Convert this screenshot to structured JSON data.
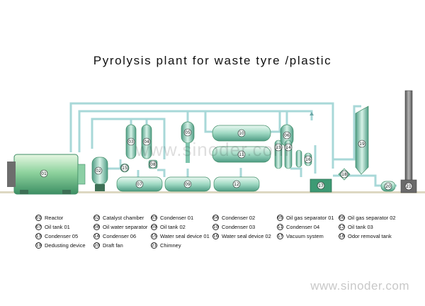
{
  "title": "Pyrolysis plant for waste tyre /plastic",
  "watermark": "www.sinoder.com",
  "footer_url": "www.sinoder.com",
  "colors": {
    "pipe": "#a8d8d8",
    "equipment_light": "#cdeee0",
    "equipment_dark": "#5fb39a",
    "reactor_light": "#d2f0d0",
    "reactor_dark": "#4fa27a",
    "chimney": "#7f7f7f",
    "ground": "#ddd8c2"
  },
  "numbers": [
    "01",
    "02",
    "03",
    "04",
    "05",
    "06",
    "07",
    "08",
    "09",
    "10",
    "11",
    "12",
    "13",
    "14",
    "15",
    "16",
    "17",
    "18",
    "19",
    "20",
    "21"
  ],
  "legend": [
    {
      "num": "01",
      "label": "Reactor"
    },
    {
      "num": "02",
      "label": "Catalyst chamber"
    },
    {
      "num": "03",
      "label": "Condenser 01"
    },
    {
      "num": "04",
      "label": "Condenser 02"
    },
    {
      "num": "05",
      "label": "Oil gas separator 01"
    },
    {
      "num": "06",
      "label": "Oil gas separator 02"
    },
    {
      "num": "07",
      "label": "Oil tank 01"
    },
    {
      "num": "08",
      "label": "Oil water separator"
    },
    {
      "num": "09",
      "label": "Oil tank 02"
    },
    {
      "num": "10",
      "label": "Condenser 03"
    },
    {
      "num": "11",
      "label": "Condenser 04"
    },
    {
      "num": "12",
      "label": "Oil tank 03"
    },
    {
      "num": "13",
      "label": "Condenser 05"
    },
    {
      "num": "14",
      "label": "Condenser 06"
    },
    {
      "num": "15",
      "label": "Water seal device 01"
    },
    {
      "num": "16",
      "label": "Water seal device 02"
    },
    {
      "num": "17",
      "label": "Vacuum system"
    },
    {
      "num": "18",
      "label": "Odor removal tank"
    },
    {
      "num": "19",
      "label": "Dedusting device"
    },
    {
      "num": "20",
      "label": "Draft fan"
    },
    {
      "num": "21",
      "label": "Chimney"
    }
  ]
}
